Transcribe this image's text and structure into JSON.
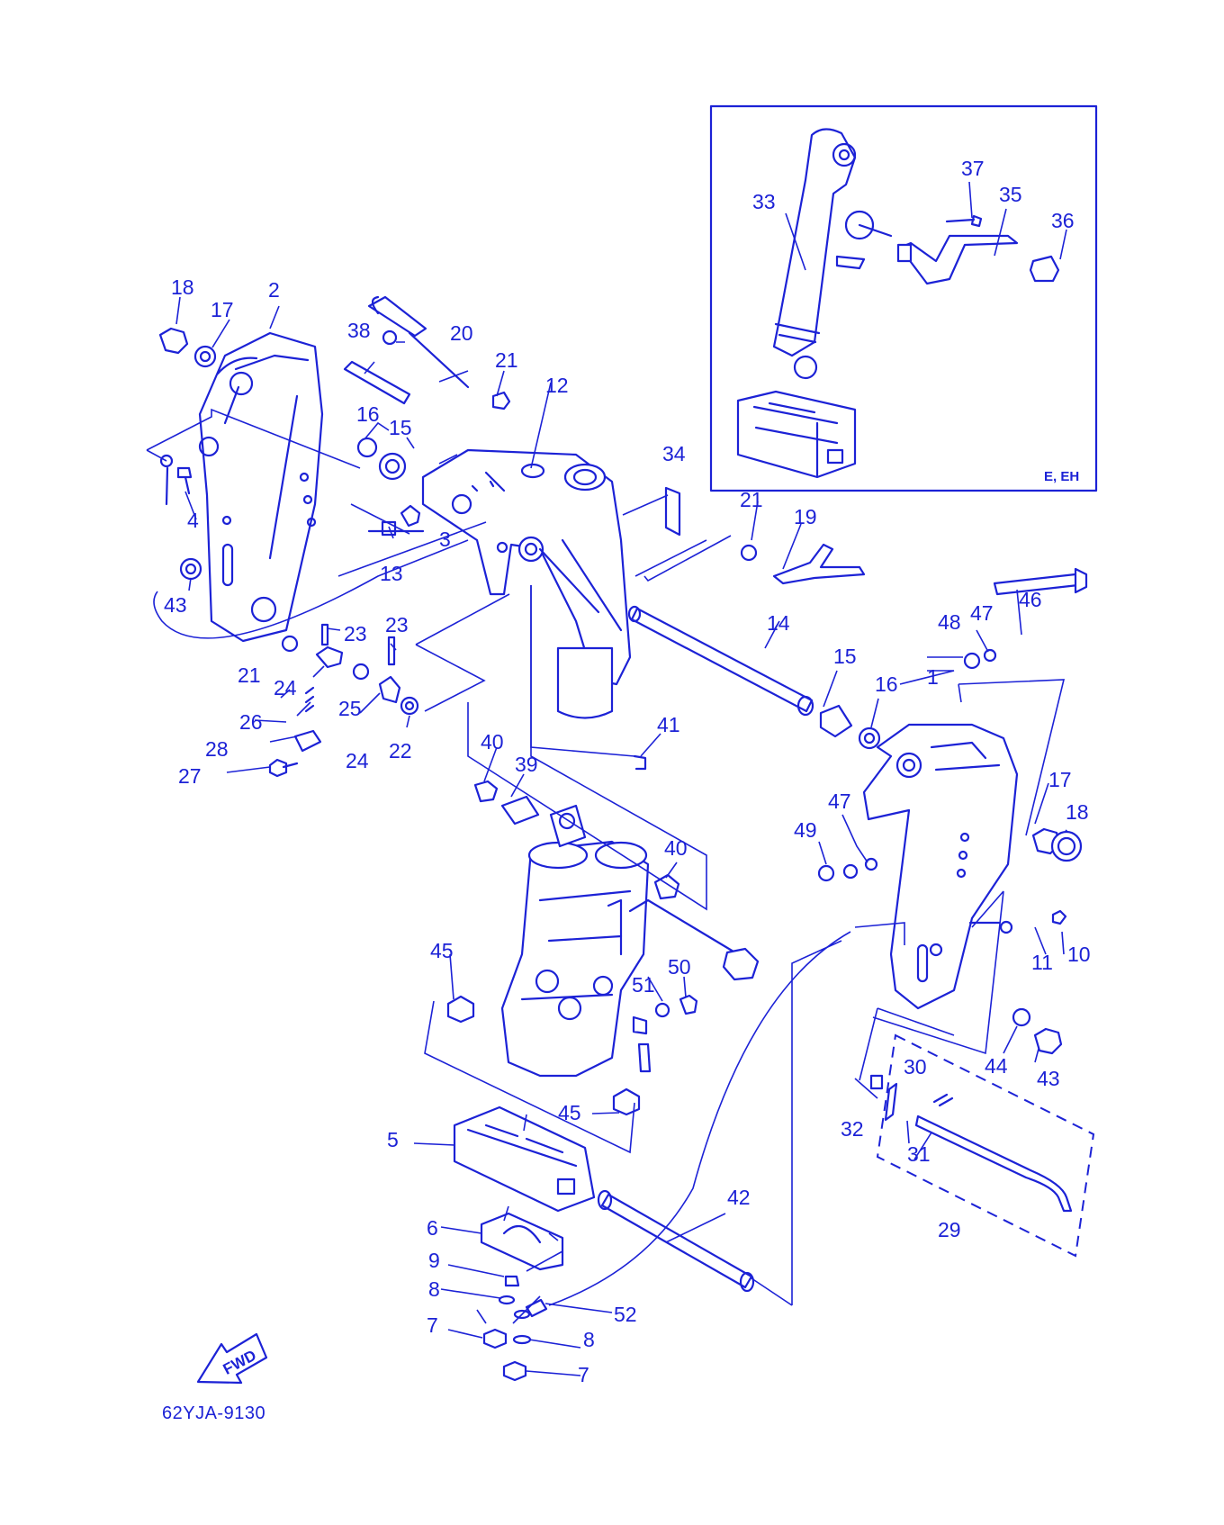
{
  "diagram": {
    "code": "62YJA-9130",
    "fwd_label": "FWD",
    "inset_label": "E, EH",
    "colors": {
      "line": "#1c22d6",
      "background": "#ffffff"
    },
    "callouts": [
      {
        "label": "1"
      },
      {
        "label": "2"
      },
      {
        "label": "3"
      },
      {
        "label": "4"
      },
      {
        "label": "5"
      },
      {
        "label": "6"
      },
      {
        "label": "7"
      },
      {
        "label": "7"
      },
      {
        "label": "8"
      },
      {
        "label": "8"
      },
      {
        "label": "9"
      },
      {
        "label": "10"
      },
      {
        "label": "11"
      },
      {
        "label": "12"
      },
      {
        "label": "13"
      },
      {
        "label": "14"
      },
      {
        "label": "15"
      },
      {
        "label": "15"
      },
      {
        "label": "16"
      },
      {
        "label": "16"
      },
      {
        "label": "17"
      },
      {
        "label": "17"
      },
      {
        "label": "18"
      },
      {
        "label": "18"
      },
      {
        "label": "19"
      },
      {
        "label": "20"
      },
      {
        "label": "21"
      },
      {
        "label": "21"
      },
      {
        "label": "21"
      },
      {
        "label": "22"
      },
      {
        "label": "23"
      },
      {
        "label": "23"
      },
      {
        "label": "24"
      },
      {
        "label": "24"
      },
      {
        "label": "25"
      },
      {
        "label": "26"
      },
      {
        "label": "27"
      },
      {
        "label": "28"
      },
      {
        "label": "29"
      },
      {
        "label": "30"
      },
      {
        "label": "31"
      },
      {
        "label": "32"
      },
      {
        "label": "33"
      },
      {
        "label": "34"
      },
      {
        "label": "35"
      },
      {
        "label": "36"
      },
      {
        "label": "37"
      },
      {
        "label": "38"
      },
      {
        "label": "39"
      },
      {
        "label": "40"
      },
      {
        "label": "40"
      },
      {
        "label": "41"
      },
      {
        "label": "42"
      },
      {
        "label": "43"
      },
      {
        "label": "43"
      },
      {
        "label": "44"
      },
      {
        "label": "45"
      },
      {
        "label": "45"
      },
      {
        "label": "46"
      },
      {
        "label": "47"
      },
      {
        "label": "47"
      },
      {
        "label": "48"
      },
      {
        "label": "49"
      },
      {
        "label": "50"
      },
      {
        "label": "51"
      },
      {
        "label": "52"
      }
    ]
  }
}
